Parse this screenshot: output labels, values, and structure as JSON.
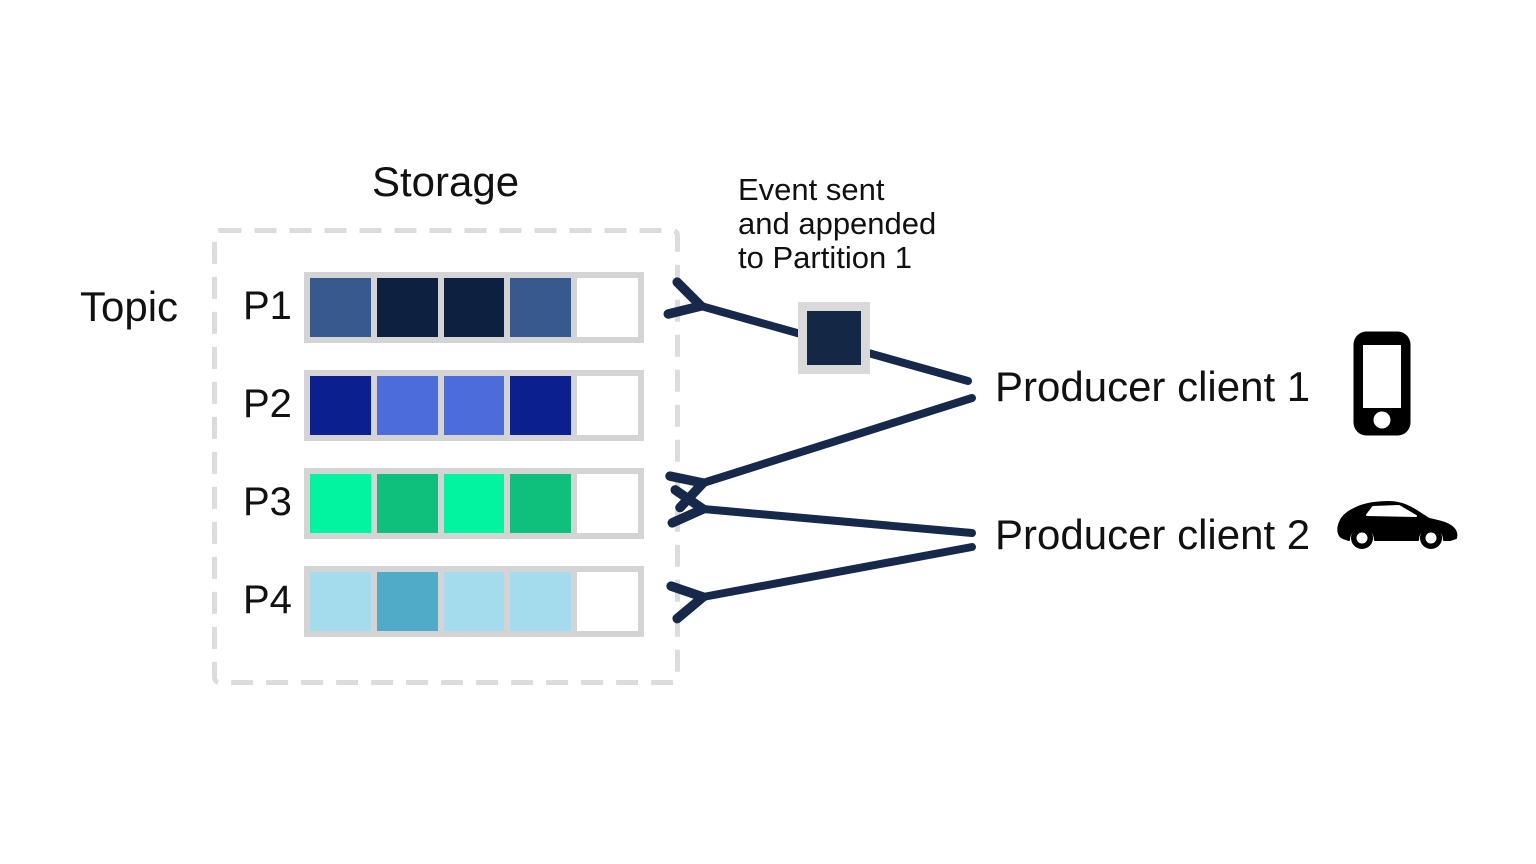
{
  "diagram": {
    "storage": {
      "title": "Storage"
    },
    "topic": {
      "label": "Topic"
    },
    "partitions": [
      {
        "label": "P1",
        "cells": [
          "#38598e",
          "#0d203f",
          "#0d203f",
          "#38598e",
          "#ffffff"
        ]
      },
      {
        "label": "P2",
        "cells": [
          "#0c1f8f",
          "#4c6cdb",
          "#4c6cdb",
          "#0c1f8f",
          "#ffffff"
        ]
      },
      {
        "label": "P3",
        "cells": [
          "#02f4a1",
          "#0fc07c",
          "#02f4a1",
          "#0fc07c",
          "#ffffff"
        ]
      },
      {
        "label": "P4",
        "cells": [
          "#a4dcee",
          "#4fabc7",
          "#a4dcee",
          "#a4dcee",
          "#ffffff"
        ]
      }
    ],
    "event_note": {
      "line1": "Event sent",
      "line2": "and appended",
      "line3": "to Partition 1"
    },
    "producers": [
      {
        "label": "Producer client 1",
        "icon": "smartphone-icon"
      },
      {
        "label": "Producer client 2",
        "icon": "car-icon"
      }
    ],
    "colors": {
      "arrow_navy": "#16294a",
      "event_square_fill": "#142846",
      "event_square_frame": "#d9d9d9",
      "row_frame_gray": "#d4d4d4",
      "dashed_border_gray": "#dcdcdc",
      "text": "#111111"
    }
  }
}
